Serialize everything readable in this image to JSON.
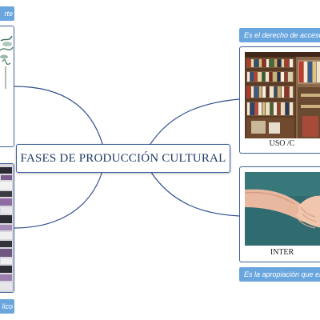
{
  "central": {
    "title": "FASES DE PRODUCCIÓN CULTURAL"
  },
  "tags": {
    "top_left": "rte",
    "bottom_left": "lico",
    "top_right": "Es el derecho de acceso",
    "bottom_right": "Es la apropiación que el p"
  },
  "cards": {
    "top_right_label": "USO /C",
    "bottom_right_label": "INTER"
  },
  "colors": {
    "accent": "#3d5f9a",
    "tag_bg": "#6aa6de",
    "connector": "#2f4f8f"
  },
  "icons": {
    "top_left": "plant-sketch-image",
    "bottom_left": "posters-collage-image",
    "top_right": "bookstore-shelves-image",
    "bottom_right": "handshake-image"
  }
}
